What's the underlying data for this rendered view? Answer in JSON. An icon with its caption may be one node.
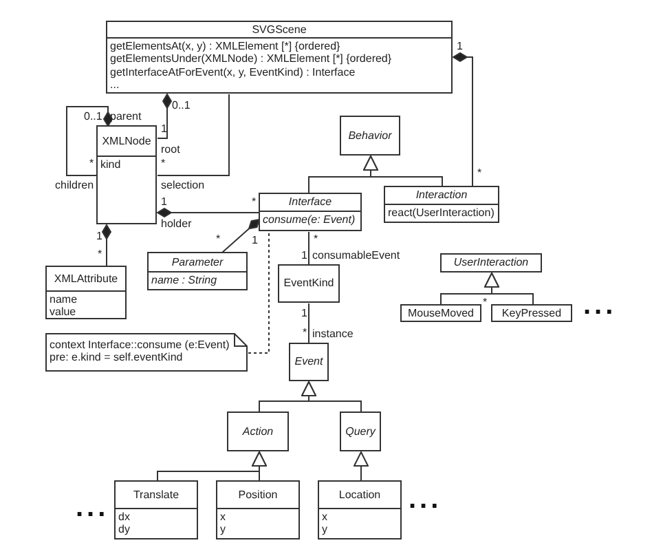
{
  "diagram": {
    "nodes": [
      {
        "text": [
          "SVGScene",
          "getElementsAt(x, y) : XMLElement [*] {ordered}",
          "getElementsUnder(XMLNode) : XMLElement [*] {ordered}",
          "getInterfaceAtForEvent(x, y, EventKind) : Interface",
          "..."
        ]
      },
      {
        "text": [
          "XMLNode",
          "kind"
        ]
      },
      {
        "text": [
          "Behavior"
        ]
      },
      {
        "text": [
          "Interaction",
          "react(UserInteraction)"
        ]
      },
      {
        "text": [
          "Interface",
          "consume(e: Event)"
        ]
      },
      {
        "text": [
          "XMLAttribute",
          "name",
          "value"
        ]
      },
      {
        "text": [
          "Parameter",
          "name : String"
        ]
      },
      {
        "text": [
          "EventKind"
        ]
      },
      {
        "text": [
          "UserInteraction"
        ]
      },
      {
        "text": [
          "MouseMoved"
        ]
      },
      {
        "text": [
          "KeyPressed"
        ]
      },
      {
        "text": [
          "context Interface::consume (e:Event)",
          "pre: e.kind = self.eventKind"
        ]
      },
      {
        "text": [
          "Event"
        ]
      },
      {
        "text": [
          "Action"
        ]
      },
      {
        "text": [
          "Query"
        ]
      },
      {
        "text": [
          "Translate",
          "dx",
          "dy"
        ]
      },
      {
        "text": [
          "Position",
          "x",
          "y"
        ]
      },
      {
        "text": [
          "Location",
          "x",
          "y"
        ]
      }
    ],
    "edges": [
      {
        "from": 1,
        "to": 1,
        "arrow": "other"
      },
      {
        "from": 0,
        "to": 1,
        "arrow": "other"
      },
      {
        "from": 0,
        "to": 1,
        "arrow": "none"
      },
      {
        "from": 0,
        "to": 3,
        "arrow": "other"
      },
      {
        "from": 4,
        "to": 2,
        "arrow": "to"
      },
      {
        "from": 3,
        "to": 2,
        "arrow": "to"
      },
      {
        "from": 1,
        "to": 4,
        "arrow": "other"
      },
      {
        "from": 4,
        "to": 6,
        "arrow": "other"
      },
      {
        "from": 4,
        "to": 7,
        "arrow": "none"
      },
      {
        "from": 1,
        "to": 5,
        "arrow": "other"
      },
      {
        "from": 9,
        "to": 8,
        "arrow": "to"
      },
      {
        "from": 10,
        "to": 8,
        "arrow": "to"
      },
      {
        "from": 11,
        "to": 4,
        "arrow": "none",
        "style": "dashed"
      },
      {
        "from": 7,
        "to": 12,
        "arrow": "none"
      },
      {
        "from": 13,
        "to": 12,
        "arrow": "to"
      },
      {
        "from": 14,
        "to": 12,
        "arrow": "to"
      },
      {
        "from": 15,
        "to": 13,
        "arrow": "to"
      },
      {
        "from": 16,
        "to": 13,
        "arrow": "to"
      },
      {
        "from": 17,
        "to": 14,
        "arrow": "to"
      }
    ],
    "labels": [
      "1",
      "0..1",
      "0..1",
      "parent",
      "1",
      "root",
      "*",
      "*",
      "*",
      "children",
      "selection",
      "1",
      "*",
      "holder",
      "1",
      "*",
      "1",
      "*",
      "*",
      "1",
      "consumableEvent",
      "*",
      "1",
      "...",
      "*",
      "instance",
      "...",
      "..."
    ]
  }
}
